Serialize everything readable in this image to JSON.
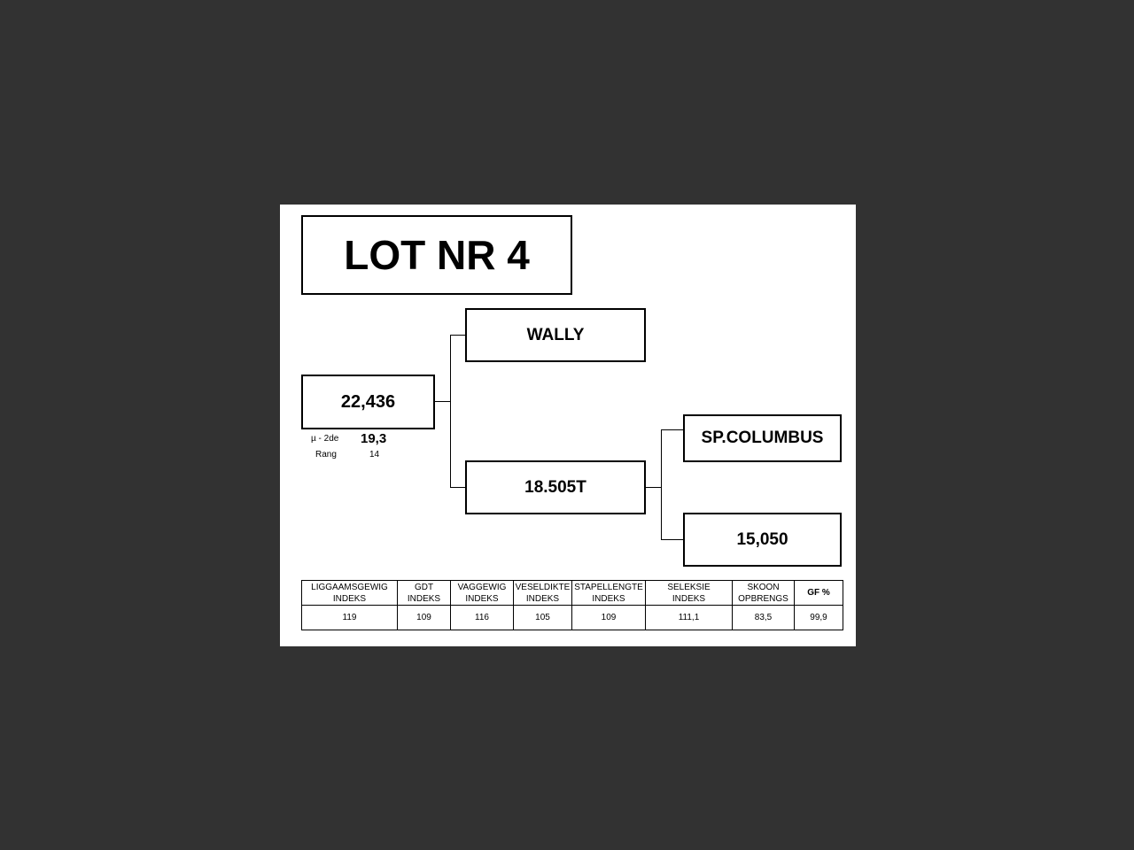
{
  "title": "LOT NR 4",
  "subject": {
    "value": "22,436",
    "stats": [
      {
        "label": "µ - 2de",
        "value": "19,3"
      },
      {
        "label": "Rang",
        "value": "14"
      }
    ]
  },
  "sire": "WALLY",
  "dam": "18.505T",
  "dam_sire": "SP.COLUMBUS",
  "dam_dam": "15,050",
  "table": {
    "headers": [
      [
        "LIGGAAMSGEWIG",
        "INDEKS"
      ],
      [
        "GDT",
        "INDEKS"
      ],
      [
        "VAGGEWIG",
        "INDEKS"
      ],
      [
        "VESELDIKTE",
        "INDEKS"
      ],
      [
        "STAPELLENGTE",
        "INDEKS"
      ],
      [
        "SELEKSIE",
        "INDEKS"
      ],
      [
        "SKOON",
        "OPBRENGS"
      ],
      [
        "GF %"
      ]
    ],
    "values": [
      "119",
      "109",
      "116",
      "105",
      "109",
      "111,1",
      "83,5",
      "99,9"
    ]
  }
}
